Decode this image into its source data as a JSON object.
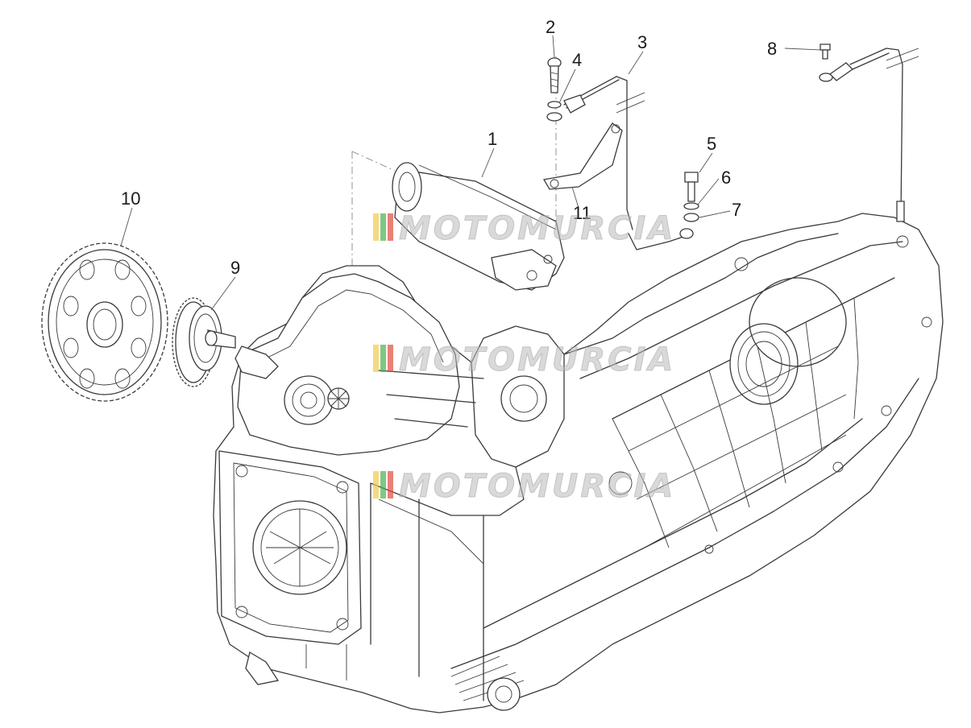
{
  "diagram": {
    "callouts": [
      "1",
      "2",
      "3",
      "4",
      "5",
      "6",
      "7",
      "8",
      "9",
      "10",
      "11"
    ],
    "watermark": "MOTOMURCIA",
    "colors": {
      "line": "#3a3a3a",
      "background": "#ffffff",
      "watermark_red": "#e04a3c",
      "watermark_green": "#4caf50",
      "watermark_yellow": "#f2c94c"
    }
  }
}
